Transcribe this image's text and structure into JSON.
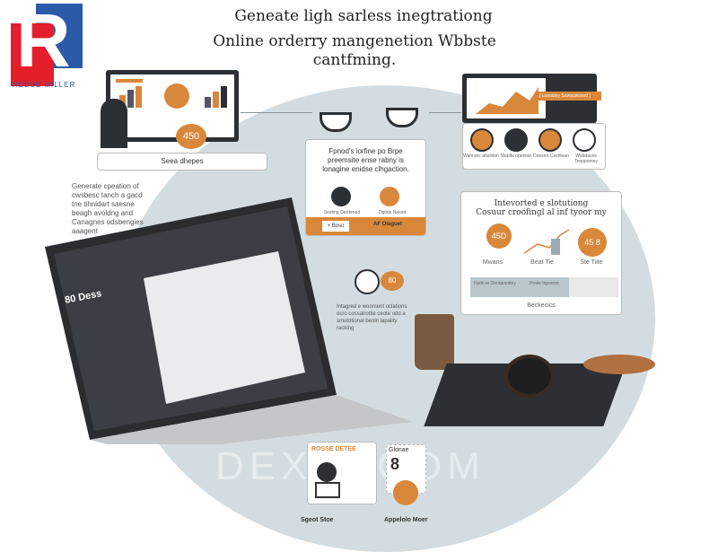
{
  "header": {
    "title_line1": "Geneate ligh sarless inegtrationg",
    "title_line2": "Online orderry mangenetion Wbbste cantfming."
  },
  "logo": {
    "letter": "R",
    "text": "REESE MILLER",
    "colors": {
      "blue": "#2b5ba8",
      "red": "#e41e2b"
    }
  },
  "colors": {
    "accent": "#d9873a",
    "dark": "#2c2f33",
    "background_circle": "#d3dde1"
  },
  "left_panel": {
    "caption": "Seea dhepes",
    "badge": "450",
    "description": "Generate cpeation of cwsbesc tanch a gacd tne tihnidart saesne beagh avoldng and Canagnes odsbengies aaagent"
  },
  "center_card": {
    "text": "Fpnod's iorfine po Brpe preemsite ense rabny is lonagine enidse clhgaction.",
    "gear_labels": [
      "Sesting Oerdened",
      "Ogtide Nased"
    ],
    "button": "+ Boso",
    "footer": "AF Olaguet"
  },
  "right_top": {
    "popup": "[ Lanaidey Sawauwssed ]",
    "icons": [
      {
        "icon": "food-icon",
        "label": "Wahranc abslidon"
      },
      {
        "icon": "dollar-icon",
        "label": "Mablte openioe"
      },
      {
        "icon": "coffee-icon",
        "label": "Dansen Ceshlean"
      },
      {
        "icon": "chart-icon",
        "label": "Wabdaves Tenppomey"
      }
    ]
  },
  "right_card": {
    "title_line1": "Intevorted e slotutiong",
    "title_line2": "Cosuur croofingl al inf tyoor my",
    "metrics": [
      {
        "value": "45D",
        "label": "Mwans"
      },
      {
        "value": "",
        "label": "Beat Tie"
      },
      {
        "value": "45 8",
        "label": "Ste Tiite"
      }
    ],
    "cells": [
      "Fpdn te Oontamnitey",
      "Proile Inpeeror",
      ""
    ],
    "footer": "Beckecics"
  },
  "bottom_center": {
    "badge": "80",
    "text": "Intagred e wooment oclations ocro cossalrottie ceote odd a smutotional beoln lapality racking"
  },
  "laptop": {
    "screen_title": "80 Dess"
  },
  "bottom": {
    "items": [
      {
        "card_title": "ROSSE DETEE",
        "label": "Sgeot Stoe"
      },
      {
        "card_title": "Glonae",
        "number": "8",
        "label": "Appelolo Moer"
      }
    ]
  },
  "watermark": "DEXVI COM"
}
